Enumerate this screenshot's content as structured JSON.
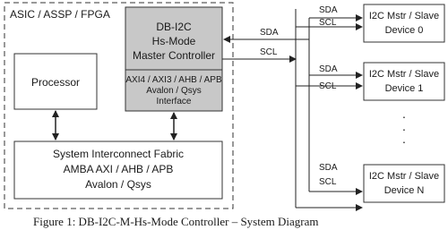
{
  "container": {
    "label": "ASIC / ASSP / FPGA"
  },
  "controller": {
    "title_lines": [
      "DB-I2C",
      "Hs-Mode",
      "Master Controller"
    ],
    "interface_lines": [
      "AXI4 / AXI3 / AHB / APB",
      "Avalon / Qsys",
      "Interface"
    ]
  },
  "processor": {
    "label": "Processor"
  },
  "fabric": {
    "lines": [
      "System Interconnect Fabric",
      "AMBA AXI / AHB / APB",
      "Avalon / Qsys"
    ]
  },
  "bus": {
    "sda": "SDA",
    "scl": "SCL"
  },
  "devices": [
    {
      "line1": "I2C Mstr / Slave",
      "line2": "Device 0"
    },
    {
      "line1": "I2C Mstr / Slave",
      "line2": "Device 1"
    },
    {
      "line1": "I2C Mstr / Slave",
      "line2": "Device N"
    }
  ],
  "ellipsis": ".\n.\n.",
  "caption": "Figure 1: DB-I2C-M-Hs-Mode Controller – System Diagram",
  "colors": {
    "controller_fill": "#c8c8c8",
    "stroke": "#333333",
    "background": "#ffffff"
  }
}
